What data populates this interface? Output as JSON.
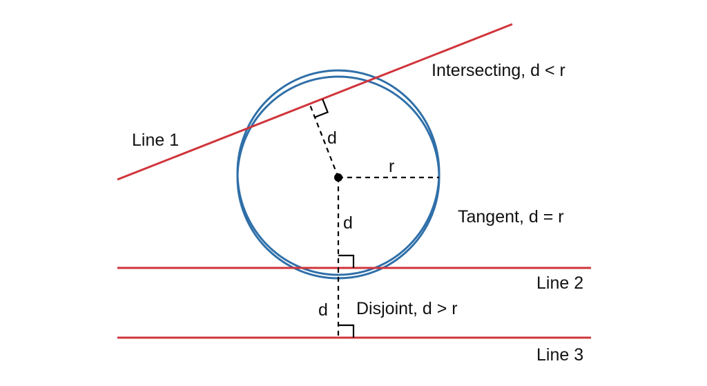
{
  "labels": {
    "line1": "Line 1",
    "line2": "Line 2",
    "line3": "Line 3",
    "intersecting": "Intersecting, d < r",
    "tangent": "Tangent, d = r",
    "disjoint": "Disjoint, d > r",
    "radius": "r",
    "distance_line1": "d",
    "distance_line2": "d",
    "distance_line3": "d"
  },
  "colors": {
    "circle": "#2f6fa8",
    "line": "#d0343a",
    "construction": "#000000",
    "text": "#111111"
  }
}
